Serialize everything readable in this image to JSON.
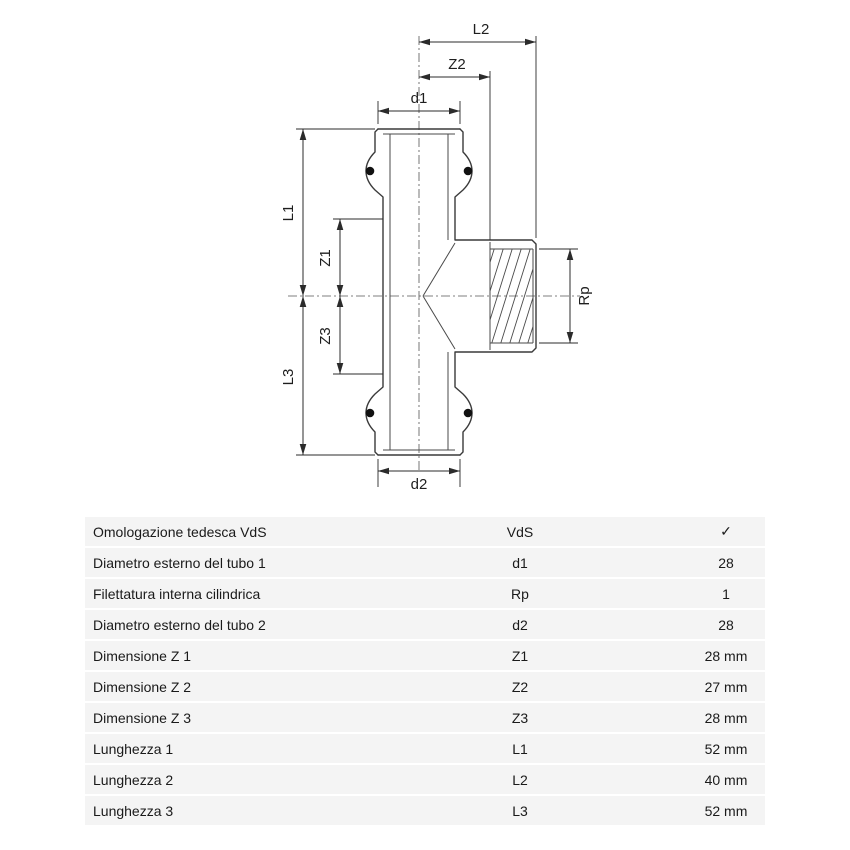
{
  "diagram": {
    "dim_labels": {
      "L2": "L2",
      "Z2": "Z2",
      "d1": "d1",
      "L1": "L1",
      "Z1": "Z1",
      "Z3": "Z3",
      "L3": "L3",
      "d2": "d2",
      "Rp": "Rp"
    }
  },
  "table": {
    "rows": [
      {
        "label": "Omologazione tedesca VdS",
        "code": "VdS",
        "value": "✓"
      },
      {
        "label": "Diametro esterno del tubo 1",
        "code": "d1",
        "value": "28"
      },
      {
        "label": "Filettatura interna cilindrica",
        "code": "Rp",
        "value": "1"
      },
      {
        "label": "Diametro esterno del tubo 2",
        "code": "d2",
        "value": "28"
      },
      {
        "label": "Dimensione Z 1",
        "code": "Z1",
        "value": "28 mm"
      },
      {
        "label": "Dimensione Z 2",
        "code": "Z2",
        "value": "27 mm"
      },
      {
        "label": "Dimensione Z 3",
        "code": "Z3",
        "value": "28 mm"
      },
      {
        "label": "Lunghezza 1",
        "code": "L1",
        "value": "52 mm"
      },
      {
        "label": "Lunghezza 2",
        "code": "L2",
        "value": "40 mm"
      },
      {
        "label": "Lunghezza 3",
        "code": "L3",
        "value": "52 mm"
      }
    ]
  }
}
